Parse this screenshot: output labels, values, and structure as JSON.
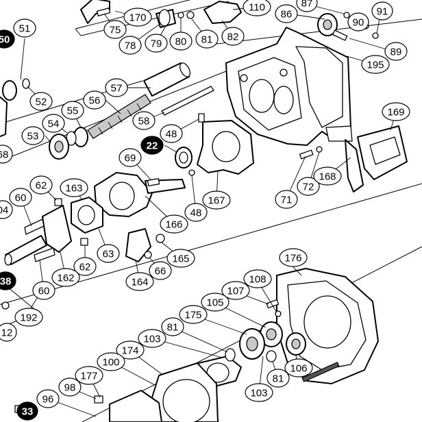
{
  "colors": {
    "line": "#000000",
    "background": "#ffffff",
    "shade": "#c8c8c8",
    "filled_label_bg": "#000000",
    "filled_label_text": "#ffffff"
  },
  "callouts": [
    {
      "id": "c110",
      "label": "110",
      "style": "outline"
    },
    {
      "id": "c87",
      "label": "87",
      "style": "outline"
    },
    {
      "id": "c86",
      "label": "86",
      "style": "outline"
    },
    {
      "id": "c91",
      "label": "91",
      "style": "outline"
    },
    {
      "id": "c90",
      "label": "90",
      "style": "outline"
    },
    {
      "id": "c170",
      "label": "170",
      "style": "outline"
    },
    {
      "id": "c75",
      "label": "75",
      "style": "outline"
    },
    {
      "id": "c78",
      "label": "78",
      "style": "outline"
    },
    {
      "id": "c79",
      "label": "79",
      "style": "outline"
    },
    {
      "id": "c80",
      "label": "80",
      "style": "outline"
    },
    {
      "id": "c81a",
      "label": "81",
      "style": "outline"
    },
    {
      "id": "c82",
      "label": "82",
      "style": "outline"
    },
    {
      "id": "c89",
      "label": "89",
      "style": "outline"
    },
    {
      "id": "c195",
      "label": "195",
      "style": "outline"
    },
    {
      "id": "c50",
      "label": "50",
      "style": "filled"
    },
    {
      "id": "c51",
      "label": "51",
      "style": "outline"
    },
    {
      "id": "c52",
      "label": "52",
      "style": "outline"
    },
    {
      "id": "c57",
      "label": "57",
      "style": "outline"
    },
    {
      "id": "c56",
      "label": "56",
      "style": "outline"
    },
    {
      "id": "c55",
      "label": "55",
      "style": "outline"
    },
    {
      "id": "c54",
      "label": "54",
      "style": "outline"
    },
    {
      "id": "c53",
      "label": "53",
      "style": "outline"
    },
    {
      "id": "c58",
      "label": "58",
      "style": "outline"
    },
    {
      "id": "c48a",
      "label": "48",
      "style": "outline"
    },
    {
      "id": "c169",
      "label": "169",
      "style": "outline"
    },
    {
      "id": "c68",
      "label": "68",
      "style": "outline"
    },
    {
      "id": "c22",
      "label": "22",
      "style": "filled"
    },
    {
      "id": "c69",
      "label": "69",
      "style": "outline"
    },
    {
      "id": "c72",
      "label": "72",
      "style": "outline"
    },
    {
      "id": "c168",
      "label": "168",
      "style": "outline"
    },
    {
      "id": "c71",
      "label": "71",
      "style": "outline"
    },
    {
      "id": "c62a",
      "label": "62",
      "style": "outline"
    },
    {
      "id": "c163",
      "label": "163",
      "style": "outline"
    },
    {
      "id": "c60a",
      "label": "60",
      "style": "outline"
    },
    {
      "id": "c167",
      "label": "167",
      "style": "outline"
    },
    {
      "id": "c48b",
      "label": "48",
      "style": "outline"
    },
    {
      "id": "c166",
      "label": "166",
      "style": "outline"
    },
    {
      "id": "c04",
      "label": "04",
      "style": "outline"
    },
    {
      "id": "c165",
      "label": "165",
      "style": "outline"
    },
    {
      "id": "c63",
      "label": "63",
      "style": "outline"
    },
    {
      "id": "c62b",
      "label": "62",
      "style": "outline"
    },
    {
      "id": "c66",
      "label": "66",
      "style": "outline"
    },
    {
      "id": "c162",
      "label": "162",
      "style": "outline"
    },
    {
      "id": "c164",
      "label": "164",
      "style": "outline"
    },
    {
      "id": "c176",
      "label": "176",
      "style": "outline"
    },
    {
      "id": "c38",
      "label": "38",
      "style": "filled"
    },
    {
      "id": "c60b",
      "label": "60",
      "style": "outline"
    },
    {
      "id": "c108",
      "label": "108",
      "style": "outline"
    },
    {
      "id": "c107",
      "label": "107",
      "style": "outline"
    },
    {
      "id": "c192",
      "label": "192",
      "style": "outline"
    },
    {
      "id": "c105",
      "label": "105",
      "style": "outline"
    },
    {
      "id": "c175",
      "label": "175",
      "style": "outline"
    },
    {
      "id": "c12",
      "label": "12",
      "style": "outline"
    },
    {
      "id": "c81b",
      "label": "81",
      "style": "outline"
    },
    {
      "id": "c103a",
      "label": "103",
      "style": "outline"
    },
    {
      "id": "c174",
      "label": "174",
      "style": "outline"
    },
    {
      "id": "c100",
      "label": "100",
      "style": "outline"
    },
    {
      "id": "c106",
      "label": "106",
      "style": "outline"
    },
    {
      "id": "c81c",
      "label": "81",
      "style": "outline"
    },
    {
      "id": "c177",
      "label": "177",
      "style": "outline"
    },
    {
      "id": "c103b",
      "label": "103",
      "style": "outline"
    },
    {
      "id": "c98",
      "label": "98",
      "style": "outline"
    },
    {
      "id": "c96",
      "label": "96",
      "style": "outline"
    },
    {
      "id": "c33",
      "label": "33",
      "style": "filled"
    }
  ]
}
